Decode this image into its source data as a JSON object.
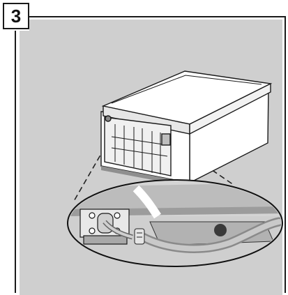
{
  "figure": {
    "step_number": "3"
  },
  "colors": {
    "panel": "#cfcfcf",
    "frame": "#1a1a1a",
    "shadow": "#8f8f8f",
    "appliance": "#ffffff",
    "hose": "#b9b9b9"
  },
  "icons": [
    "appliance-drawing",
    "zoom-callout",
    "inlet-valve",
    "water-hose"
  ]
}
